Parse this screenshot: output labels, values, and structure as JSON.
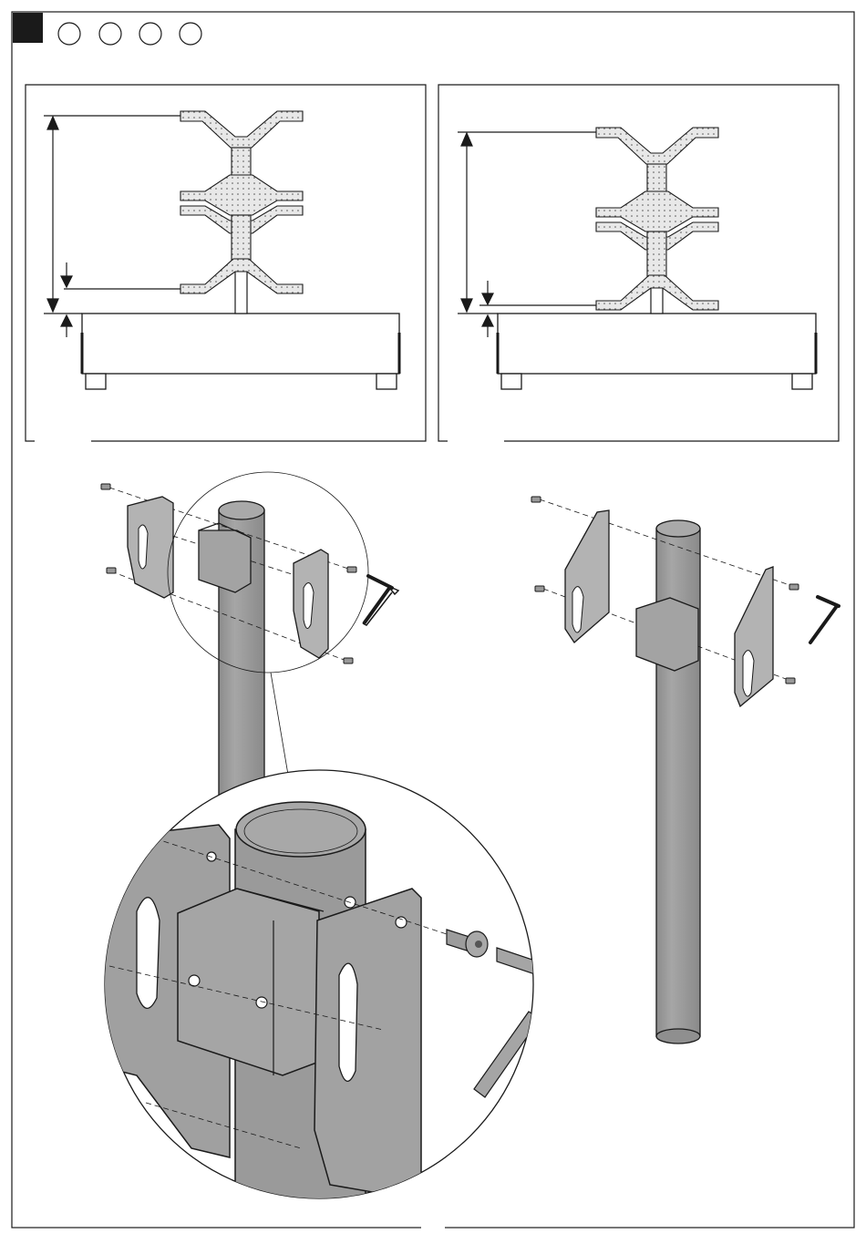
{
  "header": {
    "step_marker_color": "#1a1a1a",
    "option_circles": [
      "",
      "",
      "",
      ""
    ]
  },
  "panels": [
    {
      "name": "height-option-1",
      "bracket_layout": "bottom-bracket-low"
    },
    {
      "name": "height-option-2",
      "bracket_layout": "bottom-bracket-lower"
    }
  ],
  "assembly": {
    "left_view": "bracket-assembly-with-zoom",
    "right_view": "bracket-assembly",
    "parts": [
      "screw-icon",
      "hex-key-icon",
      "vesa-plate",
      "pole-clamp",
      "pole"
    ]
  },
  "colors": {
    "line": "#1a1a1a",
    "metal": "#9e9e9e",
    "metal_light": "#b5b5b5",
    "metal_dark": "#7d7d7d",
    "background": "#ffffff"
  }
}
